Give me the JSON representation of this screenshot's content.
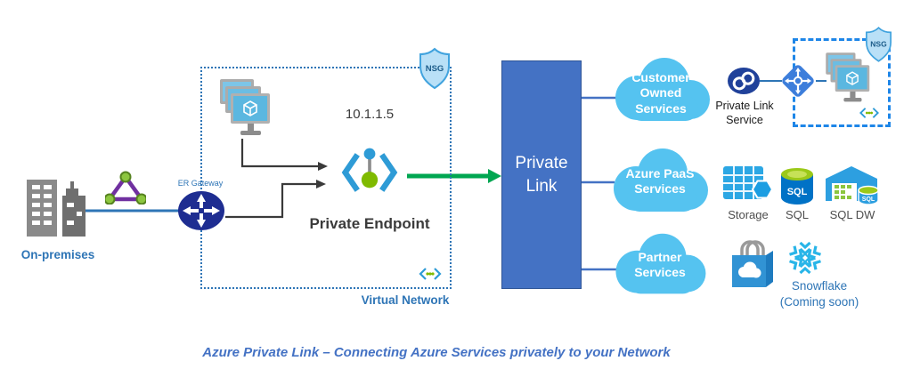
{
  "labels": {
    "nsg": "NSG",
    "caption": "Azure Private Link – Connecting Azure Services privately to your Network"
  },
  "on_premises": {
    "label": "On-premises"
  },
  "er_gateway": {
    "label": "ER Gateway"
  },
  "virtual_network": {
    "label": "Virtual Network",
    "endpoint_ip": "10.1.1.5",
    "endpoint_label": "Private Endpoint"
  },
  "private_link": {
    "label": "Private\nLink"
  },
  "clouds": [
    {
      "label": "Customer\nOwned\nServices"
    },
    {
      "label": "Azure PaaS\nServices"
    },
    {
      "label": "Partner\nServices"
    }
  ],
  "private_link_service": {
    "label": "Private Link\nService"
  },
  "paas": {
    "storage": "Storage",
    "sql": "SQL",
    "sql_dw": "SQL DW",
    "sql_icon_text": "SQL"
  },
  "partner": {
    "snowflake": "Snowflake\n(Coming soon)"
  },
  "colors": {
    "cloud": "#55C3F0",
    "private_link_box": "#4472C4",
    "label_blue": "#2E75B6",
    "caption_blue": "#4472C4",
    "green_arrow": "#00A651",
    "snowflake_blue": "#29B5E8",
    "endpoint_green": "#7FBA00",
    "endpoint_blue": "#2E9BD6",
    "gateway_navy": "#1E2D91"
  }
}
